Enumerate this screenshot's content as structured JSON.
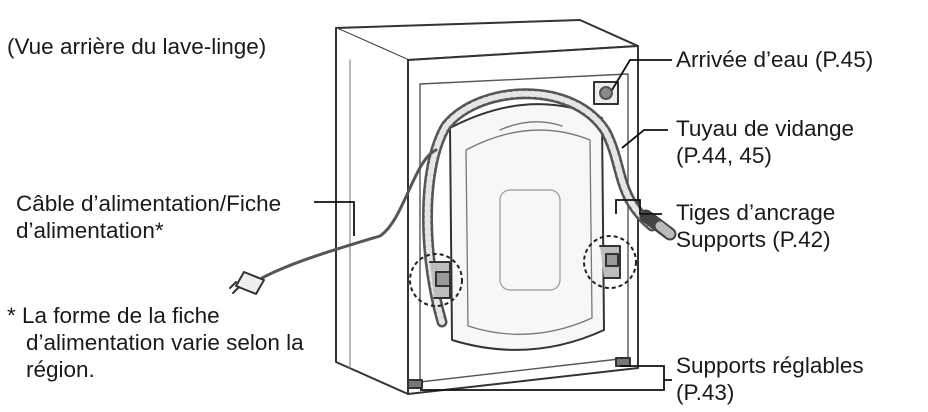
{
  "view_caption": "(Vue arrière du lave-linge)",
  "callouts": {
    "water_inlet": "Arrivée d’eau (P.45)",
    "drain_hose_line1": "Tuyau de vidange",
    "drain_hose_line2": "(P.44, 45)",
    "anchor_line1": "Tiges d’ancrage",
    "anchor_line2": "Supports (P.42)",
    "power_line1": "Câble d’alimentation/Fiche",
    "power_line2": "d’alimentation*",
    "feet_line1": "Supports réglables",
    "feet_line2": "(P.43)"
  },
  "footnote": {
    "line1": "* La forme de la fiche",
    "line2": "d’alimentation varie selon la",
    "line3": "région."
  }
}
